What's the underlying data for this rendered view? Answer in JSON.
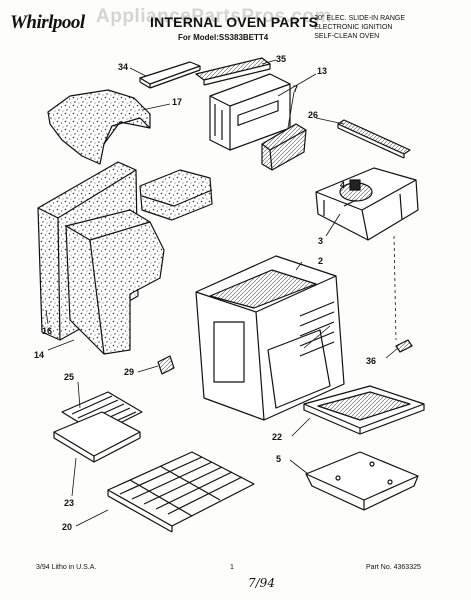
{
  "header": {
    "brand": "Whirlpool",
    "watermark": "AppliancePartsPros.com",
    "title": "INTERNAL OVEN PARTS",
    "model_line": "For Model:SS383BETT4",
    "desc_lines": [
      "30\" ELEC. SLIDE-IN RANGE",
      "ELECTRONIC IGNITION",
      "SELF-CLEAN OVEN"
    ]
  },
  "callouts": {
    "c34": "34",
    "c35": "35",
    "c13": "13",
    "c17": "17",
    "c7": "7",
    "c26": "26",
    "c4": "4",
    "c3": "3",
    "c2": "2",
    "c16": "16",
    "c14": "14",
    "c29": "29",
    "c36": "36",
    "c25": "25",
    "c22": "22",
    "c5": "5",
    "c23": "23",
    "c20": "20"
  },
  "footer": {
    "left": "3/94  Litho in U.S.A.",
    "page": "1",
    "part_no": "Part No. 4363325",
    "handwritten": "7/94"
  },
  "colors": {
    "ink": "#111111",
    "paper": "#fdfdfb",
    "watermark": "#999999"
  }
}
